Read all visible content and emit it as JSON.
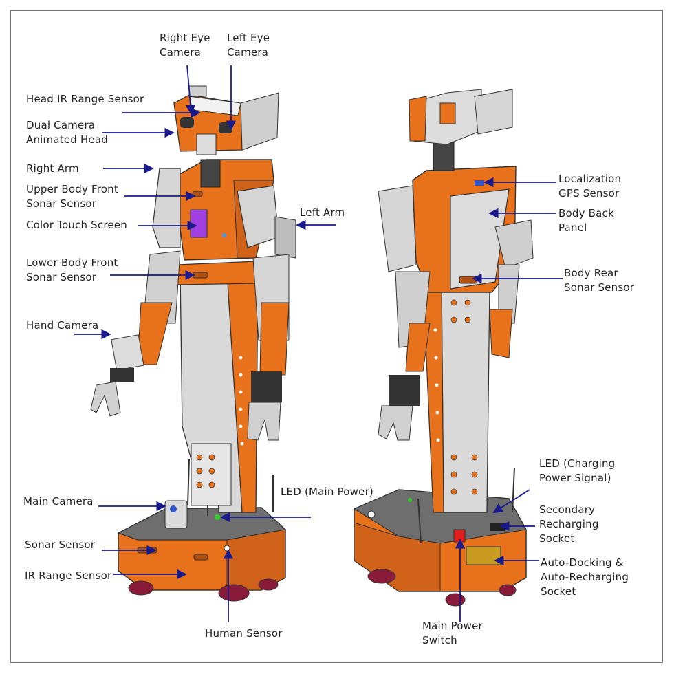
{
  "colors": {
    "orange": "#e8721c",
    "dark_orange": "#c4570e",
    "grey": "#cfcfcf",
    "light_grey": "#e8e8e8",
    "dark": "#3a3a3a",
    "screen": "#a040e0",
    "arrow": "#1a1a8c",
    "wheel": "#8a1a3a"
  },
  "labels": {
    "right_eye_camera": [
      "Right Eye",
      "Camera"
    ],
    "left_eye_camera": [
      "Left Eye",
      "Camera"
    ],
    "head_ir": "Head IR Range Sensor",
    "dual_camera": [
      "Dual Camera",
      "Animated Head"
    ],
    "right_arm": "Right Arm",
    "upper_sonar": [
      "Upper Body Front",
      "Sonar Sensor"
    ],
    "touch_screen": "Color Touch Screen",
    "left_arm": "Left Arm",
    "lower_sonar": [
      "Lower Body Front",
      "Sonar Sensor"
    ],
    "hand_camera": "Hand Camera",
    "main_camera": "Main Camera",
    "led_main": "LED (Main Power)",
    "sonar_sensor": "Sonar Sensor",
    "ir_range": "IR Range Sensor",
    "human_sensor": "Human Sensor",
    "localization": [
      "Localization",
      "GPS Sensor"
    ],
    "back_panel": [
      "Body Back",
      "Panel"
    ],
    "rear_sonar": [
      "Body Rear",
      "Sonar Sensor"
    ],
    "led_charging": [
      "LED  (Charging",
      "Power Signal)"
    ],
    "secondary_socket": [
      "Secondary",
      "Recharging",
      "Socket"
    ],
    "auto_docking": [
      "Auto-Docking &",
      "Auto-Recharging",
      "Socket"
    ],
    "main_power_switch": [
      "Main Power",
      "Switch"
    ]
  }
}
